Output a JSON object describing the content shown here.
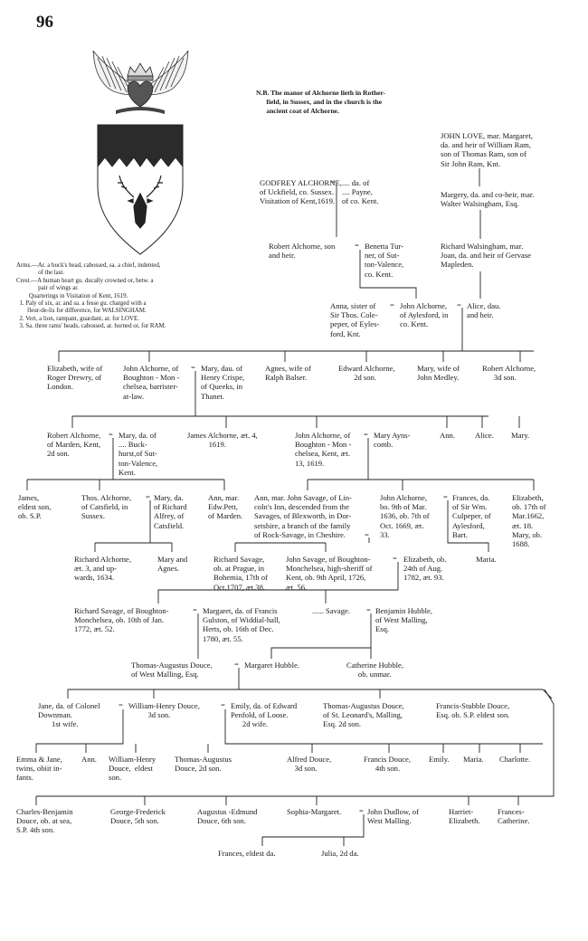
{
  "page_number": "96",
  "note": "N.B. The manor of Alchorne lieth in Rother-\n      field, in Sussex, and in the church is the\n      ancient coat of Alchorne.",
  "arms_text": "Arms.—Ar. a buck's head, cabossed, sa. a chief, indented,\n              of the last.\nCrest.—A human heart gu. ducally crowned or, betw. a\n              pair of wings ar.\n        Quarterings in Visitation of Kent, 1619.\n  1. Paly of six, ar. and sa. a fesse gu. charged with a\n       fleur-de-lis for difference, for WALSINGHAM.\n  2. Vert, a lion, rampant, guardant, ar. for LOVE.\n  3. Sa. three rams' heads, cabossed, ar. horned or, for RAM.",
  "gen0": {
    "love": "JOHN LOVE, mar. Margaret,\nda. and heir of William Ram,\nson of Thomas Ram, son of\nSir John Ram, Knt.",
    "godfrey": "GODFREY ALCHORNE,",
    "godfrey_rest": "of Uckfield, co. Sussex.\nVisitation of Kent,1619.",
    "payne": ".... da. of\n.... Payne,\nof co. Kent.",
    "margery": "Margery, da. and co-heir, mar.\nWalter Walsingham, Esq."
  },
  "gen1": {
    "robert": "Robert Alchorne, son\nand heir.",
    "benetta": "Benetta Tur-\nner, of Sut-\nton-Valence,\nco. Kent.",
    "richard_w": "Richard Walsingham, mar.\nJoan, da. and heir of Gervase\nMapleden."
  },
  "gen2": {
    "anna": "Anna, sister of\nSir Thos. Cole-\npeper, of Eyles-\nford, Knt.",
    "john": "John Alchorne,\nof Aylesford, in\nco. Kent.",
    "alice": "Alice, dau.\nand heir."
  },
  "gen3": {
    "elizabeth": "Elizabeth, wife of\nRoger Drewry, of\nLondon.",
    "john": "John Alchorne, of\nBoughton - Mon -\nchelsea, barrister-\nat-law.",
    "mary_crispe": "Mary, dau. of\nHenry Crispe,\nof Queeks, in\nThanet.",
    "agnes": "Agnes, wife of\nRalph Balser.",
    "edward": "Edward Alchorne,\n        2d son.",
    "mary_medley": "Mary, wife of\nJohn Medley.",
    "robert": "Robert Alchorne,\n      3d son."
  },
  "gen4": {
    "robert": "Robert Alchorne,\nof Marden, Kent,\n2d son.",
    "mary_buckhurst": "Mary, da. of\n.... Buck-\nhurst,of Sut-\nton-Valence,\nKent.",
    "james": "James Alchorne, æt. 4,\n           1619.",
    "john": "John Alchorne, of\nBoughton - Mon -\nchelsea, Kent, æt.\n13, 1619.",
    "mary_aynscomb": "Mary Ayns-\ncomb.",
    "ann": "Ann.",
    "alice": "Alice.",
    "mary": "Mary."
  },
  "gen5": {
    "james": "James,\neldest son,\nob. S.P.",
    "thos": "Thos. Alchorne,\nof Catsfield, in\nSussex.",
    "mary_alfrey": "Mary, da.\nof Richard\nAlfrey, of\nCatsfield.",
    "ann_pett": "Ann, mar.\nEdw.Pett,\nof Marden.",
    "ann_savage": "Ann, mar. John Savage, of Lin-\ncoln's Inn, descended from the\nSavages, of Blexworth, in Dor-\nsetshire, a branch of the family\nof Rock-Savage, in Cheshire.",
    "john": "John Alchorne,\nbo. 9th of Mar.\n1636, ob. 7th of\nOct. 1669, æt.\n33.",
    "frances": "Frances, da.\nof Sir Wm.\nCulpeper, of\nAylesford,\nBart.",
    "elizabeth": "Elizabeth,\nob. 17th of\nMar.1662,\næt. 18.\nMary, ob.\n1688."
  },
  "gen6": {
    "richard_a": "Richard Alchorne,\næt. 3, and up-\nwards, 1634.",
    "mary_agnes": "Mary and\nAgnes.",
    "richard_s": "Richard Savage,\nob. at Prague, in\nBohemia, 17th of\nOct.1707, æt.38.",
    "john_s": "John Savage, of Boughton-\nMonchelsea, high-sheriff of\nKent, ob. 9th April, 1726,\næt. 56.",
    "elizabeth": "Elizabeth, ob.\n24th of Aug.\n1782, æt. 93.",
    "maria": "Maria."
  },
  "gen7": {
    "richard": "Richard Savage, of Boughton-\nMonchelsea, ob. 10th of Jan.\n1772, æt. 52.",
    "margaret": "Margaret, da. of Francis\nGulston, of Widdial-hall,\nHerts, ob. 16th of Dec.\n1780, æt. 55.",
    "savage": "...... Savage.",
    "benjamin": "Benjamin Hubble,\nof West Malling,\nEsq."
  },
  "gen8": {
    "thomas": "Thomas-Augustus Douce,\nof West Malling, Esq.",
    "margaret": "Margaret Hubble.",
    "catherine": "Catherine Hubble,\n      ob. unmar."
  },
  "gen9": {
    "jane": "Jane, da. of Colonel\nDownman.\n       1st wife.",
    "william": "William-Henry Douce,\n          3d son.",
    "emily": "Emily, da. of Edward\nPenfold, of Loose.\n      2d wife.",
    "thomas": "Thomas-Augustus Douce,\nof St. Leonard's, Malling,\nEsq. 2d son.",
    "francis": "Francis-Stubble Douce,\nEsq. ob. S.P. eldest son."
  },
  "gen10": {
    "emma": "Emma & Jane,\ntwins, obiit in-\nfants.",
    "ann": "Ann.",
    "william": "William-Henry\nDouce,  eldest\nson.",
    "thomas": "Thomas-Augustus\nDouce, 2d son.",
    "alfred": "Alfred Douce,\n    3d son.",
    "francis": "Francis Douce,\n      4th son.",
    "emily": "Emily.",
    "maria": "Maria.",
    "charlotte": "Charlotte."
  },
  "gen11": {
    "charles": "Charles-Benjamin\nDouce, ob. at sea,\nS.P. 4th son.",
    "george": "George-Frederick\nDouce, 5th son.",
    "augustus": "Augustus -Edmund\nDouce, 6th son.",
    "sophia": "Sophia-Margaret.",
    "john_dudlow": "John Dudlow, of\nWest Malling.",
    "harriet": "Harriet-\nElizabeth.",
    "frances_c": "Frances-\nCatherine."
  },
  "gen12": {
    "frances": "Frances, eldest da.",
    "julia": "Julia, 2d da."
  },
  "marriage_sign": "="
}
